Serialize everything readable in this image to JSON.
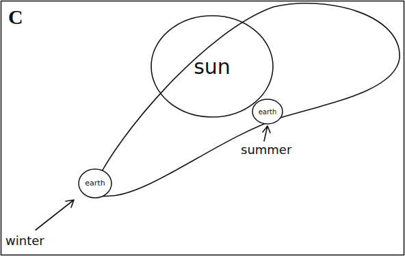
{
  "diagram": {
    "nodes": [
      {
        "text": [
          "sun"
        ]
      },
      {
        "text": [
          "earth"
        ]
      },
      {
        "text": [
          "earth"
        ]
      }
    ],
    "labels": [
      "C",
      "winter",
      "summer"
    ]
  }
}
